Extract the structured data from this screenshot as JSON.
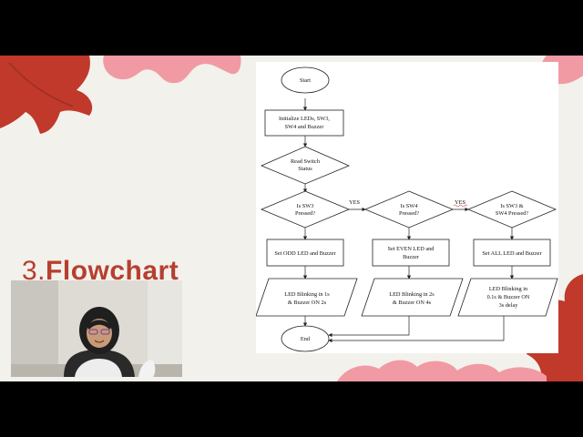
{
  "slide": {
    "title_number": "3.",
    "title_text": "Flowchart"
  },
  "flowchart": {
    "start": "Start",
    "init": [
      "Initialize LEDs, SW3,",
      "SW4 and Buzzer"
    ],
    "read": [
      "Read Switch",
      "Status"
    ],
    "d1": [
      "Is SW3",
      "Pressed?"
    ],
    "d2": [
      "Is SW4",
      "Pressed?"
    ],
    "d3": [
      "Is SW3 &",
      "SW4 Pressed?"
    ],
    "yes1": "YES",
    "yes2": "YES",
    "p1": [
      "Set ODD LED and Buzzer"
    ],
    "p2": [
      "Set EVEN LED and",
      "Buzzer"
    ],
    "p3": [
      "Set ALL LED and Buzzer"
    ],
    "o1": [
      "LED Blinking in 1s",
      "& Buzzer ON 2s"
    ],
    "o2": [
      "LED Blinking in 2s",
      "& Buzzer ON 4s"
    ],
    "o3": [
      "LED Blinking in",
      "0.1s & Buzzer ON",
      "3s delay"
    ],
    "end": "End"
  },
  "colors": {
    "title": "#b5402f",
    "pink_blob": "#f19aa3",
    "red_leaf": "#c0392b",
    "slide_bg": "#f3f1ec"
  }
}
